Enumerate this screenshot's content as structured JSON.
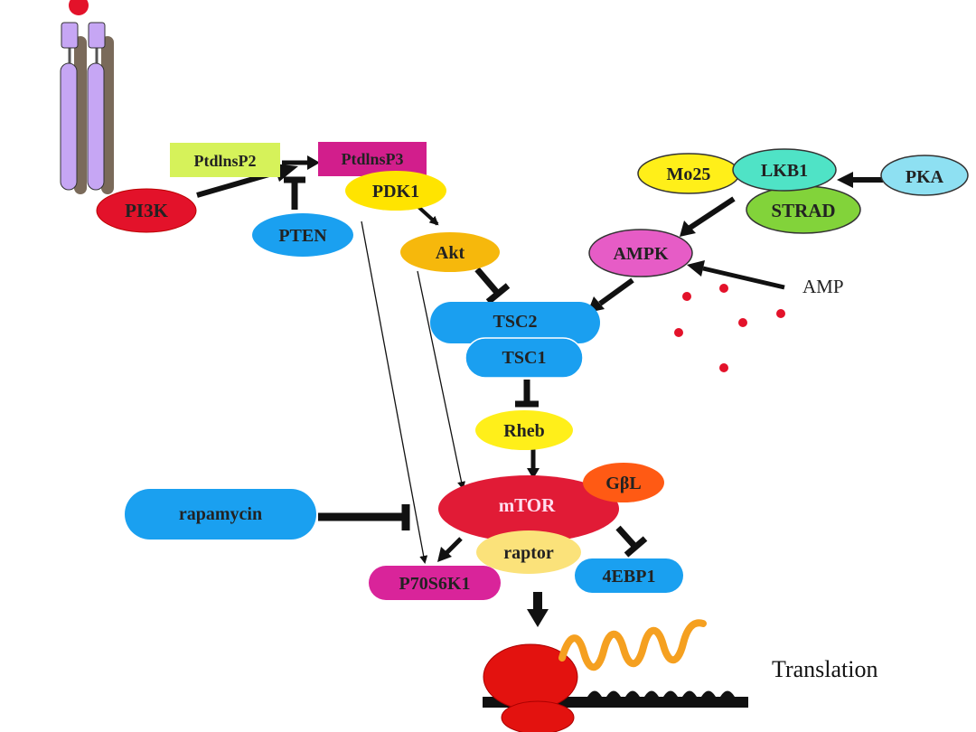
{
  "nodes": {
    "ptdinsp2": "PtdlnsP2",
    "ptdinsp3": "PtdlnsP3",
    "pi3k": "PI3K",
    "pten": "PTEN",
    "pdk1": "PDK1",
    "akt": "Akt",
    "mo25": "Mo25",
    "lkb1": "LKB1",
    "strad": "STRAD",
    "pka": "PKA",
    "ampk": "AMPK",
    "amp": "AMP",
    "tsc2": "TSC2",
    "tsc1": "TSC1",
    "rheb": "Rheb",
    "gbl": "GβL",
    "mtor": "mTOR",
    "raptor": "raptor",
    "rapamycin": "rapamycin",
    "p70s6k1": "P70S6K1",
    "4ebp1": "4EBP1",
    "translation": "Translation"
  },
  "colors": {
    "pi3k": "#e3122a",
    "ptdinsp2": "#d6f25a",
    "ptdinsp3": "#d21e8c",
    "pten": "#1aa0f0",
    "pdk1": "#ffe400",
    "akt": "#f6b80c",
    "mo25": "#ffef19",
    "lkb1": "#4fe3c6",
    "strad": "#82d33a",
    "pka": "#8ee0f2",
    "ampk": "#e65cc6",
    "tsc": "#1a9ff0",
    "rheb": "#ffef1a",
    "mtor": "#e11b36",
    "gbl": "#ff5a14",
    "raptor": "#fbe27a",
    "rapamycin": "#1aa0f0",
    "p70s6k1": "#d9249a",
    "4ebp1": "#1aa0f0",
    "receptor": "#c6a6f4",
    "ribosome": "#e3120f",
    "mrna": "#f5a020"
  }
}
